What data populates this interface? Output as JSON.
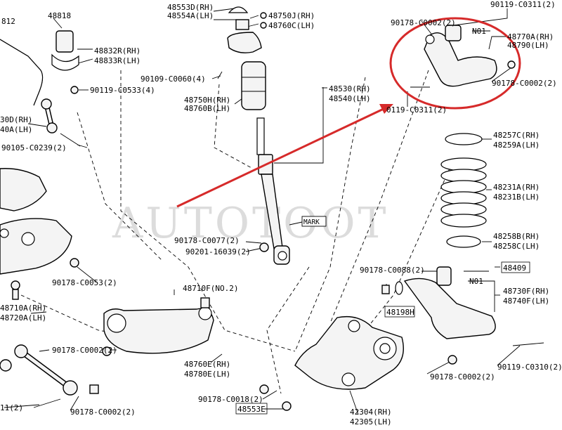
{
  "watermark": "AUTOTOOT",
  "colors": {
    "highlight": "#d62a2a",
    "ink": "#000000"
  },
  "labels": {
    "l_48818": "48818",
    "l_812": "812",
    "l_48832r": "48832R(RH)",
    "l_48833r": "48833R(LH)",
    "l_90119_c0533": "90119-C0533(4)",
    "l_30d": "30D(RH)",
    "l_40a": "40A(LH)",
    "l_90105": "90105-C0239(2)",
    "l_48553d": "48553D(RH)",
    "l_48554a": "48554A(LH)",
    "l_48750j": "48750J(RH)",
    "l_48760c_top": "48760C(LH)",
    "l_90109": "90109-C0060(4)",
    "l_48750h": "48750H(RH)",
    "l_48760b": "48760B(LH)",
    "l_48530": "48530(RH)",
    "l_48540": "48540(LH)",
    "l_90178_c0002_tl": "90178-C0002(2)",
    "l_90119_c0311_tr": "90119-C0311(2)",
    "l_n01_top": "N01",
    "l_48770a": "48770A(RH)",
    "l_48790": "48790(LH)",
    "l_90178_c0002_r": "90178-C0002(2)",
    "l_90119_c0311_l": "0119-C0311(2)",
    "l_48257c": "48257C(RH)",
    "l_48259a": "48259A(LH)",
    "l_48231a": "48231A(RH)",
    "l_48231b": "48231B(LH)",
    "l_48258b": "48258B(RH)",
    "l_48258c": "48258C(LH)",
    "l_mark": "MARK",
    "l_90178_c0077": "90178-C0077(2)",
    "l_90201": "90201-16039(2)",
    "l_90178_c0053": "90178-C0053(2)",
    "l_48710f": "48710F(NO.2)",
    "l_48710a": "48710A(RH)",
    "l_48720a": "48720A(LH)",
    "l_90178_c0088": "90178-C0088(2)",
    "l_48409": "48409",
    "l_n01_bottom": "N01",
    "l_48730f": "48730F(RH)",
    "l_48740f": "48740F(LH)",
    "l_48198h": "48198H",
    "l_90178_c0002_mid": "90178-C0002(2)",
    "l_48760e": "48760E(RH)",
    "l_48780e": "48780E(LH)",
    "l_90178_c0002_bl": "90178-C0002(2)",
    "l_90178_c0002_br": "90178-C0002(2)",
    "l_90119_c0310": "90119-C0310(2)",
    "l_90178_c0018": "90178-C0018(2)",
    "l_48553e": "48553E",
    "l_42304": "42304(RH)",
    "l_42305": "42305(LH)",
    "l_11_2": "11(2)"
  }
}
